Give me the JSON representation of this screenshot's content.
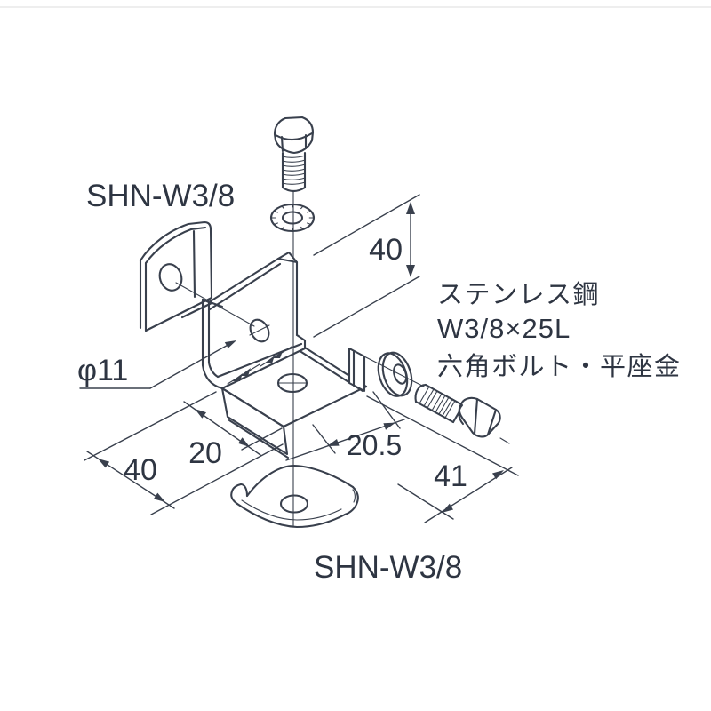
{
  "labels": {
    "part_top": "SHN-W3/8",
    "part_bottom": "SHN-W3/8"
  },
  "specs": [
    "ステンレス鋼",
    "W3/8×25L",
    "六角ボルト・平座金"
  ],
  "dimensions": {
    "height": "40",
    "width": "40",
    "hole_offset": "20",
    "lip_offset": "20.5",
    "depth": "41",
    "hole_diameter": "φ11"
  },
  "colors": {
    "line": "#39404d",
    "text": "#2e3542",
    "background": "#ffffff"
  }
}
